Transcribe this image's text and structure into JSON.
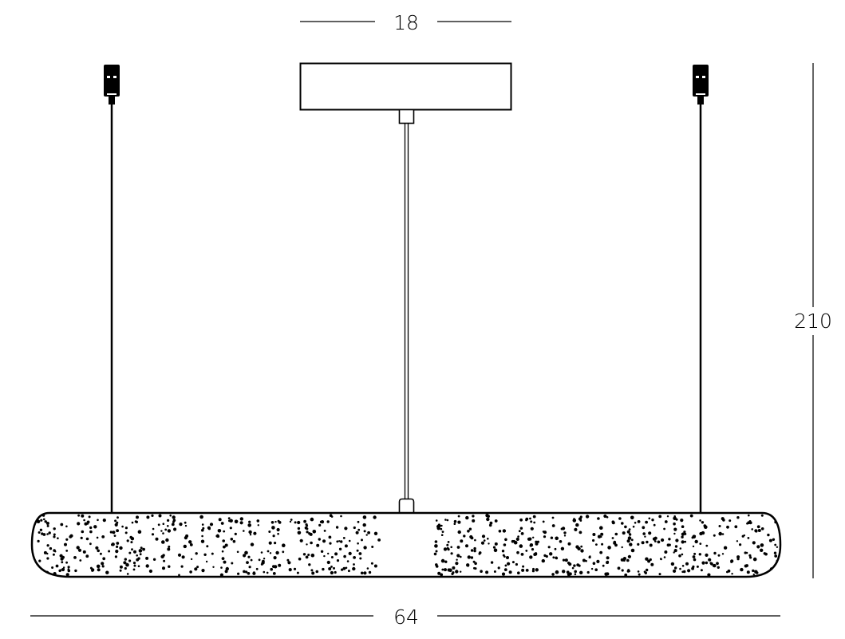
{
  "dimensions": {
    "canopy_width": "18",
    "total_height": "210",
    "bar_length": "64"
  },
  "colors": {
    "line": "#000000",
    "background": "#ffffff"
  }
}
